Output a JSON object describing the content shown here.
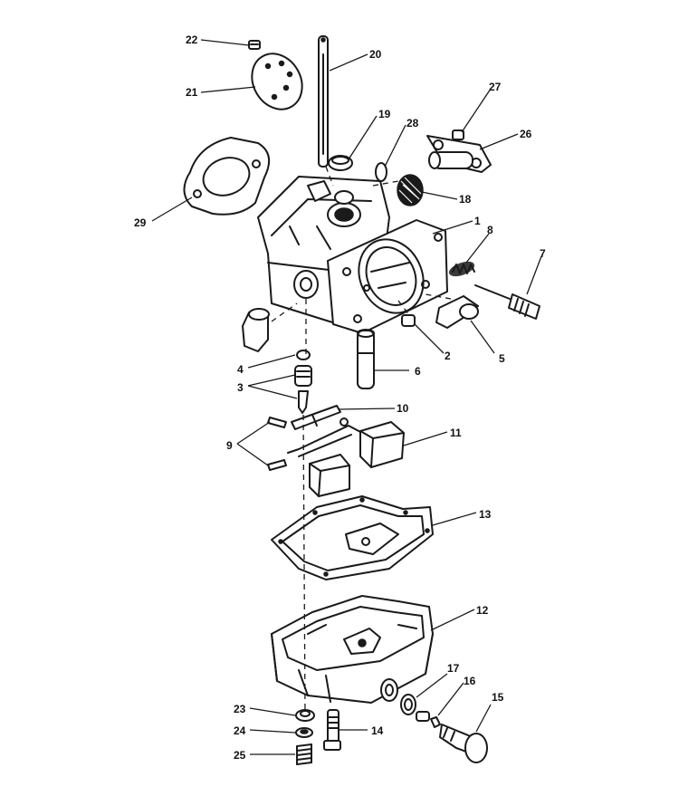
{
  "callouts": [
    {
      "id": "1",
      "label": "1"
    },
    {
      "id": "2",
      "label": "2"
    },
    {
      "id": "3",
      "label": "3"
    },
    {
      "id": "4",
      "label": "4"
    },
    {
      "id": "5",
      "label": "5"
    },
    {
      "id": "6",
      "label": "6"
    },
    {
      "id": "7",
      "label": "7"
    },
    {
      "id": "8",
      "label": "8"
    },
    {
      "id": "9",
      "label": "9"
    },
    {
      "id": "10",
      "label": "10"
    },
    {
      "id": "11",
      "label": "11"
    },
    {
      "id": "12",
      "label": "12"
    },
    {
      "id": "13",
      "label": "13"
    },
    {
      "id": "14",
      "label": "14"
    },
    {
      "id": "15",
      "label": "15"
    },
    {
      "id": "16",
      "label": "16"
    },
    {
      "id": "17",
      "label": "17"
    },
    {
      "id": "18",
      "label": "18"
    },
    {
      "id": "19",
      "label": "19"
    },
    {
      "id": "20",
      "label": "20"
    },
    {
      "id": "21",
      "label": "21"
    },
    {
      "id": "22",
      "label": "22"
    },
    {
      "id": "23",
      "label": "23"
    },
    {
      "id": "24",
      "label": "24"
    },
    {
      "id": "25",
      "label": "25"
    },
    {
      "id": "26",
      "label": "26"
    },
    {
      "id": "27",
      "label": "27"
    },
    {
      "id": "28",
      "label": "28"
    },
    {
      "id": "29",
      "label": "29"
    }
  ]
}
